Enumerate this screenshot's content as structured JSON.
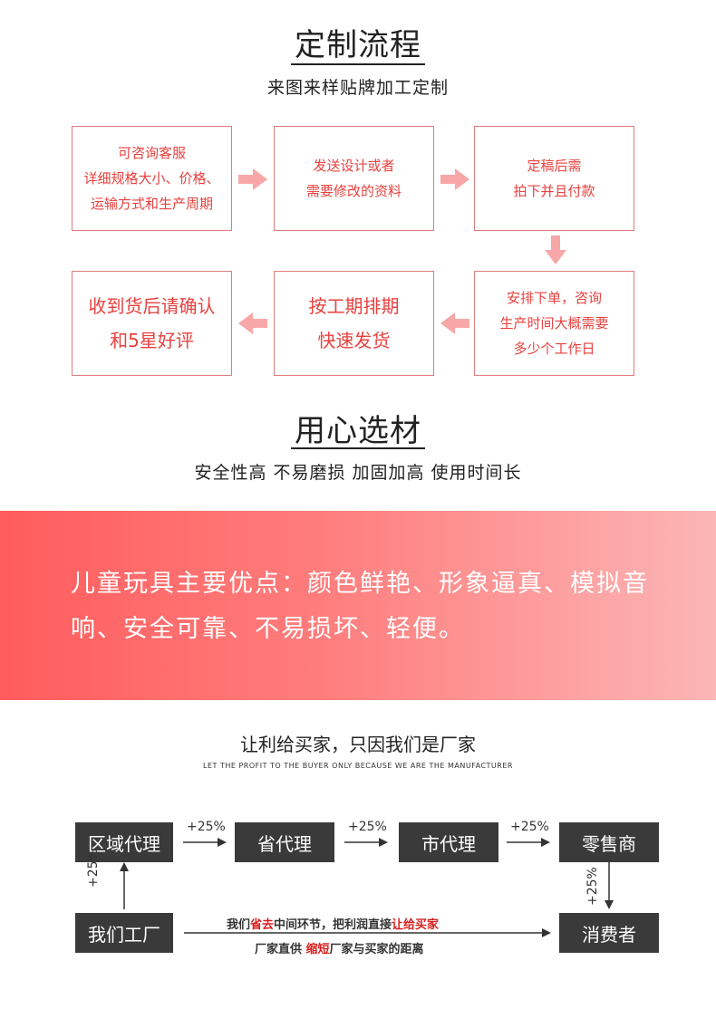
{
  "section1": {
    "title": "定制流程",
    "subtitle": "来图来样贴牌加工定制",
    "steps": [
      {
        "lines": [
          "可咨询客服",
          "详细规格大小、价格、",
          "运输方式和生产周期"
        ]
      },
      {
        "lines": [
          "发送设计或者",
          "需要修改的资料"
        ]
      },
      {
        "lines": [
          "定稿后需",
          "拍下并且付款"
        ]
      },
      {
        "lines": [
          "安排下单，咨询",
          "生产时间大概需要",
          "多少个工作日"
        ]
      },
      {
        "lines": [
          "按工期排期",
          "快速发货"
        ]
      },
      {
        "lines": [
          "收到货后请确认",
          "和5星好评"
        ]
      }
    ],
    "arrow_color": "#f7a7a7",
    "box_border_color": "#e07b7b",
    "text_color": "#e8413f"
  },
  "section2": {
    "title": "用心选材",
    "subtitle": "安全性高 不易磨损 加固加高 使用时间长"
  },
  "banner": {
    "line1": "儿童玩具主要优点：颜色鲜艳、形象逼真、模拟音",
    "line2": "响、安全可靠、不易损坏、轻便。"
  },
  "section3": {
    "title": "让利给买家，只因我们是厂家",
    "subtitle": "LET THE PROFIT TO THE BUYER ONLY BECAUSE WE ARE THE MANUFACTURER",
    "chain": [
      "区域代理",
      "省代理",
      "市代理",
      "零售商"
    ],
    "markup": "+25%",
    "factory": "我们工厂",
    "consumer": "消费者",
    "note1_a": "我们",
    "note1_red1": "省去",
    "note1_b": "中间环节，把利润直接",
    "note1_red2": "让给买家",
    "note2_a": "厂家直供 ",
    "note2_red": "缩短",
    "note2_b": "厂家与买家的距离"
  }
}
